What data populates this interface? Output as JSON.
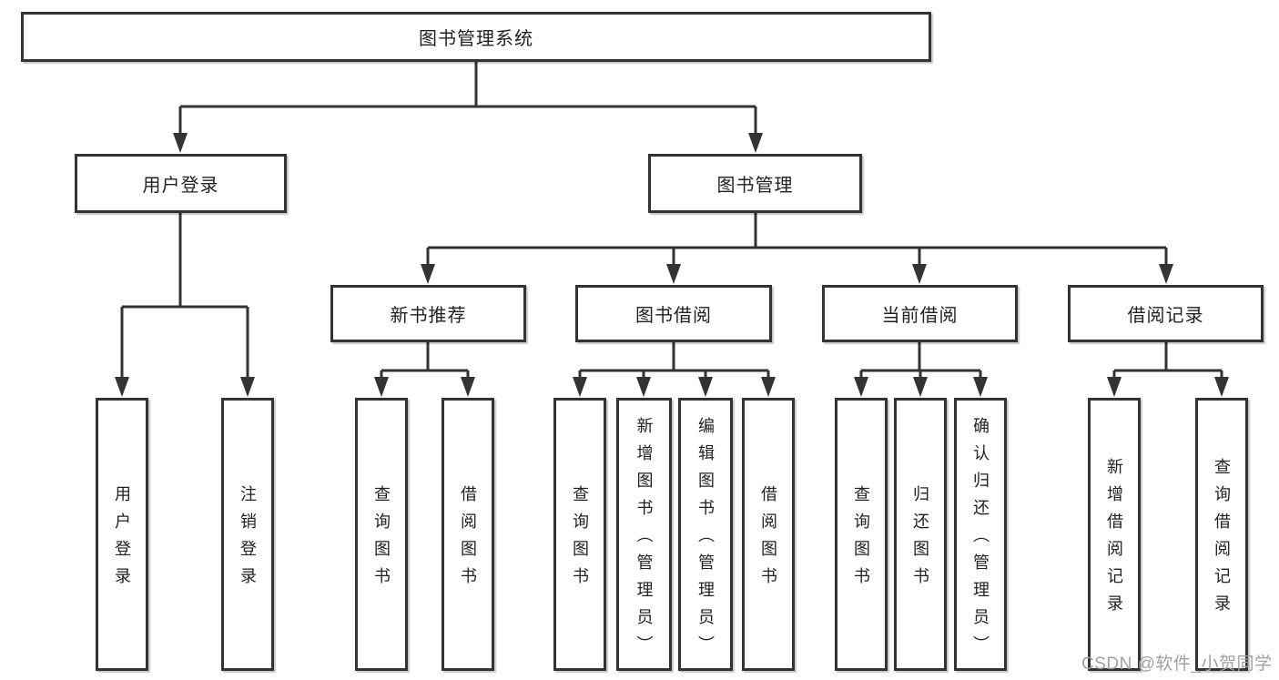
{
  "root": {
    "label": "图书管理系统"
  },
  "level2": [
    {
      "label": "用户登录"
    },
    {
      "label": "图书管理"
    }
  ],
  "level3": [
    {
      "label": "新书推荐"
    },
    {
      "label": "图书借阅"
    },
    {
      "label": "当前借阅"
    },
    {
      "label": "借阅记录"
    }
  ],
  "leaves": {
    "user_login": [
      "用户登录",
      "注销登录"
    ],
    "new_book": [
      "查询图书",
      "借阅图书"
    ],
    "book_borrow": [
      "查询图书",
      "新增图书（管理员）",
      "编辑图书（管理员）",
      "借阅图书"
    ],
    "current_borrow": [
      "查询图书",
      "归还图书",
      "确认归还（管理员）"
    ],
    "borrow_record": [
      "新增借阅记录",
      "查询借阅记录"
    ]
  },
  "watermark": "CSDN @软件_小贺同学",
  "colors": {
    "line": "#333333",
    "text": "#222222",
    "watermark": "#a0a0a0",
    "background": "#ffffff"
  }
}
